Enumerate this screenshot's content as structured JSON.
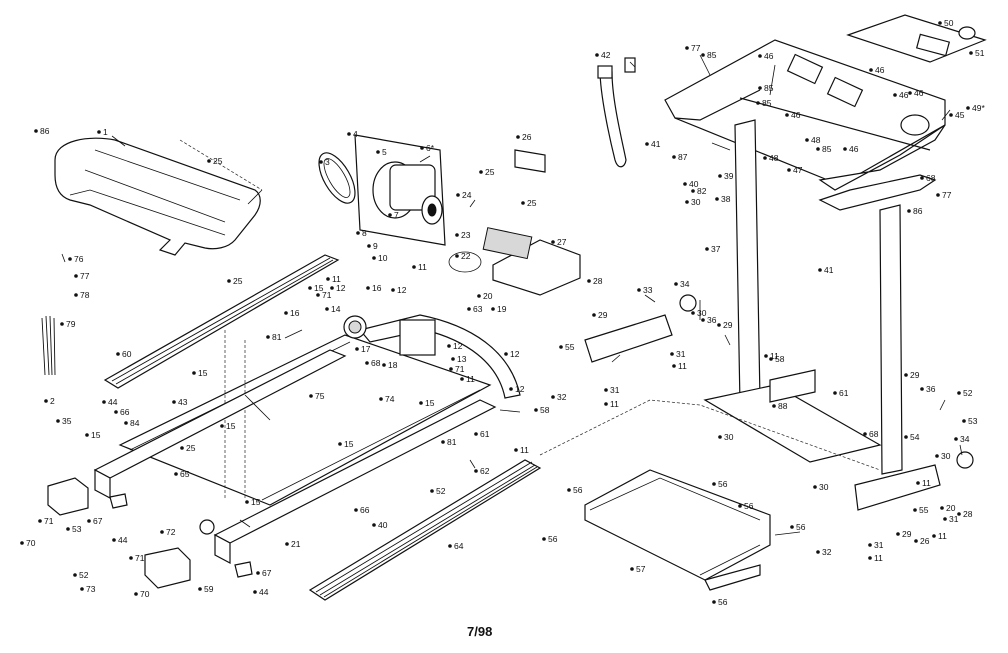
{
  "footer_code": "7/98",
  "labels": [
    {
      "id": "l1",
      "text": "1"
    },
    {
      "id": "l86",
      "text": "86"
    },
    {
      "id": "l25a",
      "text": "25"
    },
    {
      "id": "l25b",
      "text": "25"
    },
    {
      "id": "l76",
      "text": "76"
    },
    {
      "id": "l77a",
      "text": "77"
    },
    {
      "id": "l78",
      "text": "78"
    },
    {
      "id": "l79",
      "text": "79"
    },
    {
      "id": "l60",
      "text": "60"
    },
    {
      "id": "l2",
      "text": "2"
    },
    {
      "id": "l35",
      "text": "35"
    },
    {
      "id": "l44a",
      "text": "44"
    },
    {
      "id": "l66a",
      "text": "66"
    },
    {
      "id": "l84",
      "text": "84"
    },
    {
      "id": "l43",
      "text": "43"
    },
    {
      "id": "l15a",
      "text": "15"
    },
    {
      "id": "l15b",
      "text": "15"
    },
    {
      "id": "l15c",
      "text": "15"
    },
    {
      "id": "l15d",
      "text": "15"
    },
    {
      "id": "l15e",
      "text": "15"
    },
    {
      "id": "l15f",
      "text": "15"
    },
    {
      "id": "l25c",
      "text": "25"
    },
    {
      "id": "l65",
      "text": "65"
    },
    {
      "id": "l75",
      "text": "75"
    },
    {
      "id": "l74",
      "text": "74"
    },
    {
      "id": "l81a",
      "text": "81"
    },
    {
      "id": "l16a",
      "text": "16"
    },
    {
      "id": "l14",
      "text": "14"
    },
    {
      "id": "l17",
      "text": "17"
    },
    {
      "id": "l71a",
      "text": "71"
    },
    {
      "id": "l12a",
      "text": "12"
    },
    {
      "id": "l15g",
      "text": "15"
    },
    {
      "id": "l4",
      "text": "4"
    },
    {
      "id": "l3",
      "text": "3"
    },
    {
      "id": "l5",
      "text": "5"
    },
    {
      "id": "l6",
      "text": "6*"
    },
    {
      "id": "l7",
      "text": "7"
    },
    {
      "id": "l24",
      "text": "24"
    },
    {
      "id": "l8",
      "text": "8"
    },
    {
      "id": "l9",
      "text": "9"
    },
    {
      "id": "l10",
      "text": "10"
    },
    {
      "id": "l11a",
      "text": "11"
    },
    {
      "id": "l11b",
      "text": "11"
    },
    {
      "id": "l12b",
      "text": "12"
    },
    {
      "id": "l16b",
      "text": "16"
    },
    {
      "id": "l68a",
      "text": "68"
    },
    {
      "id": "l18a",
      "text": "18"
    },
    {
      "id": "l26",
      "text": "26"
    },
    {
      "id": "l25d",
      "text": "25"
    },
    {
      "id": "l25e",
      "text": "25"
    },
    {
      "id": "l23",
      "text": "23"
    },
    {
      "id": "l22",
      "text": "22"
    },
    {
      "id": "l27",
      "text": "27"
    },
    {
      "id": "l20",
      "text": "20"
    },
    {
      "id": "l63",
      "text": "63"
    },
    {
      "id": "l19",
      "text": "19"
    },
    {
      "id": "l13",
      "text": "13"
    },
    {
      "id": "l71b",
      "text": "71"
    },
    {
      "id": "l11c",
      "text": "11"
    },
    {
      "id": "l12c",
      "text": "12"
    },
    {
      "id": "l12d",
      "text": "12"
    },
    {
      "id": "l12e",
      "text": "12"
    },
    {
      "id": "l58a",
      "text": "58"
    },
    {
      "id": "l81b",
      "text": "81"
    },
    {
      "id": "l61a",
      "text": "61"
    },
    {
      "id": "l11d",
      "text": "11"
    },
    {
      "id": "l62",
      "text": "62"
    },
    {
      "id": "l52a",
      "text": "52"
    },
    {
      "id": "l21",
      "text": "21"
    },
    {
      "id": "l66b",
      "text": "66"
    },
    {
      "id": "l40a",
      "text": "40"
    },
    {
      "id": "l64",
      "text": "64"
    },
    {
      "id": "l72",
      "text": "72"
    },
    {
      "id": "l70a",
      "text": "70"
    },
    {
      "id": "l71c",
      "text": "71"
    },
    {
      "id": "l53a",
      "text": "53"
    },
    {
      "id": "l67a",
      "text": "67"
    },
    {
      "id": "l44b",
      "text": "44"
    },
    {
      "id": "l71d",
      "text": "71"
    },
    {
      "id": "l70b",
      "text": "70"
    },
    {
      "id": "l59",
      "text": "59"
    },
    {
      "id": "l67b",
      "text": "67"
    },
    {
      "id": "l44c",
      "text": "44"
    },
    {
      "id": "l52b",
      "text": "52"
    },
    {
      "id": "l73",
      "text": "73"
    },
    {
      "id": "l42",
      "text": "42"
    },
    {
      "id": "l77b",
      "text": "77"
    },
    {
      "id": "l85a",
      "text": "85"
    },
    {
      "id": "l46a",
      "text": "46"
    },
    {
      "id": "l46b",
      "text": "46"
    },
    {
      "id": "l46c",
      "text": "46"
    },
    {
      "id": "l46d",
      "text": "46"
    },
    {
      "id": "l46e",
      "text": "46"
    },
    {
      "id": "l46f",
      "text": "46"
    },
    {
      "id": "l50",
      "text": "50"
    },
    {
      "id": "l51",
      "text": "51"
    },
    {
      "id": "l49",
      "text": "49*"
    },
    {
      "id": "l45",
      "text": "45"
    },
    {
      "id": "l85b",
      "text": "85"
    },
    {
      "id": "l85c",
      "text": "85"
    },
    {
      "id": "l85d",
      "text": "85"
    },
    {
      "id": "l41a",
      "text": "41"
    },
    {
      "id": "l41b",
      "text": "41"
    },
    {
      "id": "l48a",
      "text": "48"
    },
    {
      "id": "l48b",
      "text": "48"
    },
    {
      "id": "l47",
      "text": "47"
    },
    {
      "id": "l87",
      "text": "87"
    },
    {
      "id": "l40b",
      "text": "40"
    },
    {
      "id": "l82",
      "text": "82"
    },
    {
      "id": "l38",
      "text": "38"
    },
    {
      "id": "l39",
      "text": "39"
    },
    {
      "id": "l30a",
      "text": "30"
    },
    {
      "id": "l68b",
      "text": "68"
    },
    {
      "id": "l77c",
      "text": "77"
    },
    {
      "id": "l86b",
      "text": "86"
    },
    {
      "id": "l37",
      "text": "37"
    },
    {
      "id": "l28a",
      "text": "28"
    },
    {
      "id": "l33",
      "text": "33"
    },
    {
      "id": "l34a",
      "text": "34"
    },
    {
      "id": "l29a",
      "text": "29"
    },
    {
      "id": "l30b",
      "text": "30"
    },
    {
      "id": "l36a",
      "text": "36"
    },
    {
      "id": "l29b",
      "text": "29"
    },
    {
      "id": "l55a",
      "text": "55"
    },
    {
      "id": "l31a",
      "text": "31"
    },
    {
      "id": "l11e",
      "text": "11"
    },
    {
      "id": "l11f",
      "text": "11"
    },
    {
      "id": "l58b",
      "text": "58"
    },
    {
      "id": "l32a",
      "text": "32"
    },
    {
      "id": "l31b",
      "text": "31"
    },
    {
      "id": "l11g",
      "text": "11"
    },
    {
      "id": "l88",
      "text": "88"
    },
    {
      "id": "l61b",
      "text": "61"
    },
    {
      "id": "l30c",
      "text": "30"
    },
    {
      "id": "l29c",
      "text": "29"
    },
    {
      "id": "l36b",
      "text": "36"
    },
    {
      "id": "l52c",
      "text": "52"
    },
    {
      "id": "l68c",
      "text": "68"
    },
    {
      "id": "l53b",
      "text": "53"
    },
    {
      "id": "l54",
      "text": "54"
    },
    {
      "id": "l34b",
      "text": "34"
    },
    {
      "id": "l30d",
      "text": "30"
    },
    {
      "id": "l30e",
      "text": "30"
    },
    {
      "id": "l11h",
      "text": "11"
    },
    {
      "id": "l20b",
      "text": "20"
    },
    {
      "id": "l28b",
      "text": "28"
    },
    {
      "id": "l55b",
      "text": "55"
    },
    {
      "id": "l31c",
      "text": "31"
    },
    {
      "id": "l11i",
      "text": "11"
    },
    {
      "id": "l29d",
      "text": "29"
    },
    {
      "id": "l26b",
      "text": "26"
    },
    {
      "id": "l32b",
      "text": "32"
    },
    {
      "id": "l31d",
      "text": "31"
    },
    {
      "id": "l11j",
      "text": "11"
    },
    {
      "id": "l56a",
      "text": "56"
    },
    {
      "id": "l56b",
      "text": "56"
    },
    {
      "id": "l56c",
      "text": "56"
    },
    {
      "id": "l56d",
      "text": "56"
    },
    {
      "id": "l56e",
      "text": "56"
    },
    {
      "id": "l56f",
      "text": "56"
    },
    {
      "id": "l57",
      "text": "57"
    }
  ]
}
